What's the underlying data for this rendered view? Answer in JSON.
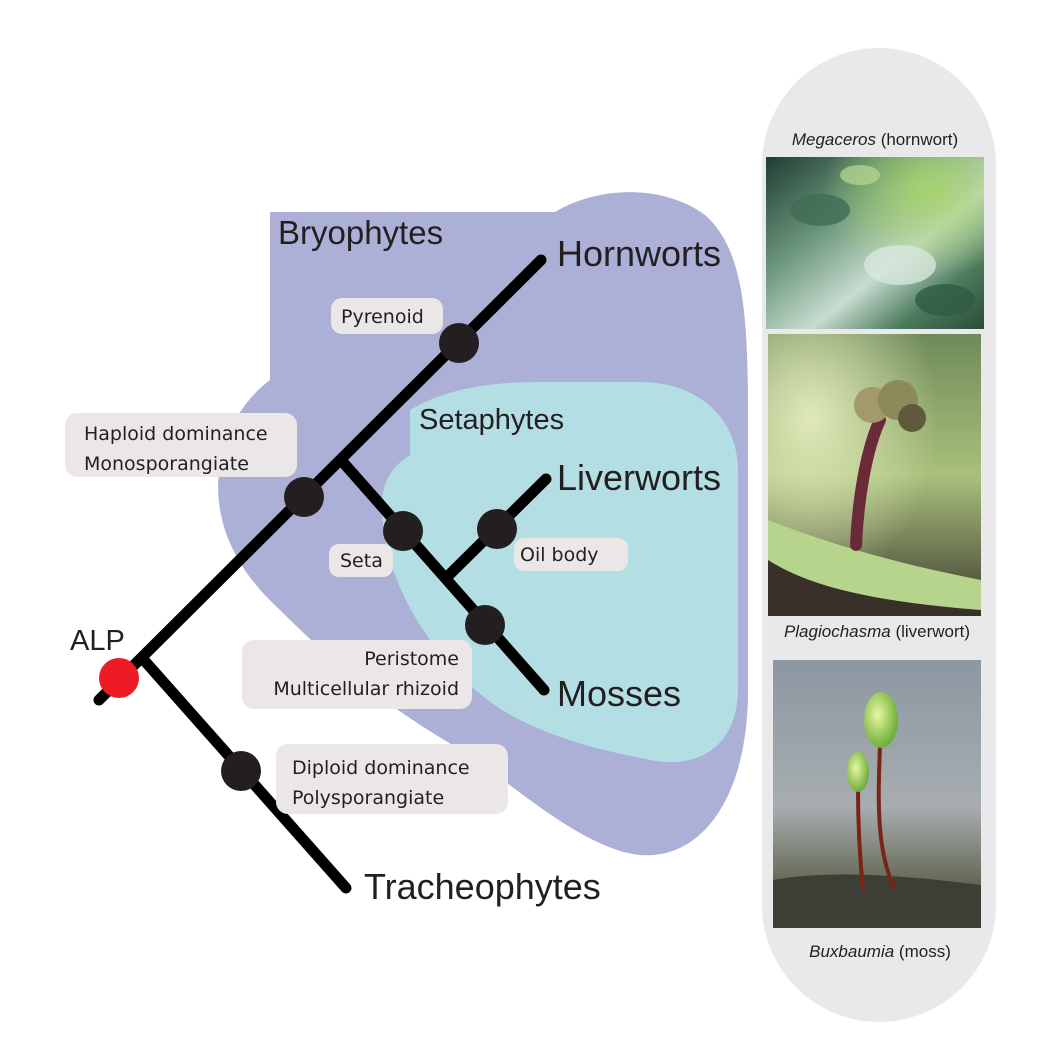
{
  "clades": {
    "bryophytes": "Bryophytes",
    "setaphytes": "Setaphytes"
  },
  "taxa": {
    "hornworts": "Hornworts",
    "liverworts": "Liverworts",
    "mosses": "Mosses",
    "tracheophytes": "Tracheophytes"
  },
  "root": {
    "label": "ALP"
  },
  "traits": {
    "pyrenoid": "Pyrenoid",
    "haploid": {
      "line1": "Haploid dominance",
      "line2": "Monosporangiate"
    },
    "seta": "Seta",
    "oil_body": "Oil body",
    "peristome": {
      "line1": "Peristome",
      "line2": "Multicellular rhizoid"
    },
    "diploid": {
      "line1": "Diploid dominance",
      "line2": "Polysporangiate"
    }
  },
  "photos": [
    {
      "genus": "Megaceros",
      "common": "(hornwort)"
    },
    {
      "genus": "Plagiochasma",
      "common": "(liverwort)"
    },
    {
      "genus": "Buxbaumia",
      "common": "(moss)"
    }
  ],
  "colors": {
    "bryophyte_fill": "#acb0d6",
    "setaphyte_fill": "#b3dee3",
    "branch": "#000000",
    "node": "#231f20",
    "root_node": "#ed1c24",
    "trait_box": "#ece7e7",
    "panel": "#e9e9eb"
  }
}
